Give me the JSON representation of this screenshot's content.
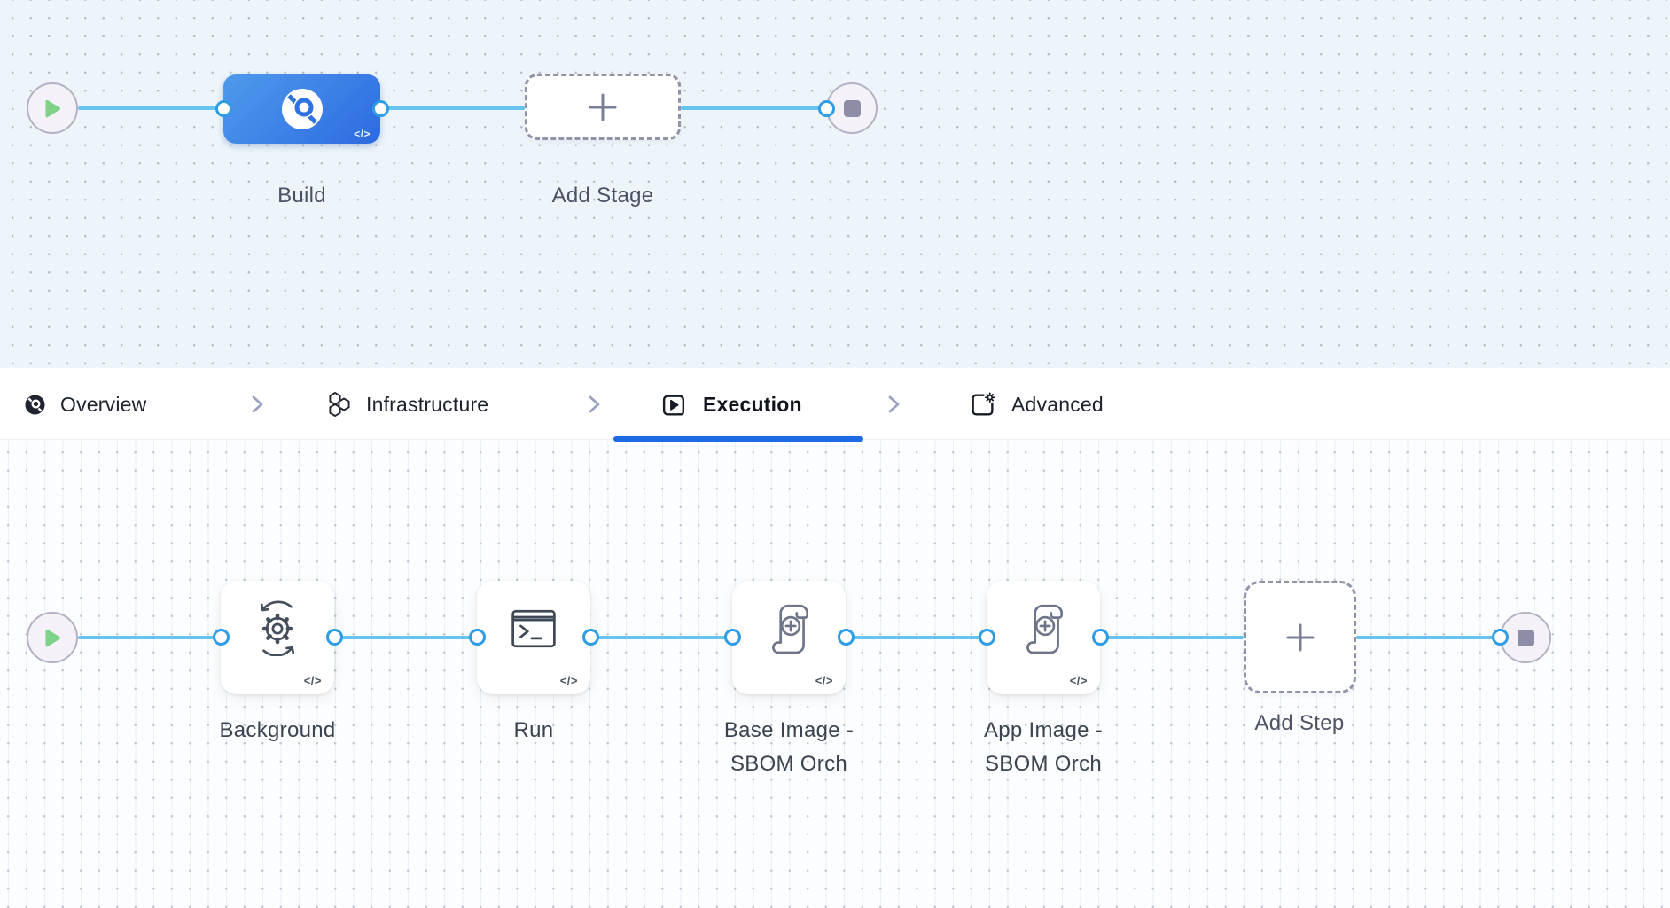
{
  "common": {
    "code_badge": "</>"
  },
  "stage_canvas": {
    "stages": [
      {
        "name": "Build",
        "type": "build-stage"
      },
      {
        "name": "Add Stage",
        "type": "add-placeholder"
      }
    ]
  },
  "tab_bar": {
    "tabs": [
      {
        "label": "Overview",
        "active": false
      },
      {
        "label": "Infrastructure",
        "active": false
      },
      {
        "label": "Execution",
        "active": true
      },
      {
        "label": "Advanced",
        "active": false
      }
    ]
  },
  "execution_canvas": {
    "steps": [
      {
        "label_lines": [
          "Background"
        ]
      },
      {
        "label_lines": [
          "Run"
        ]
      },
      {
        "label_lines": [
          "Base Image -",
          "SBOM Orch"
        ]
      },
      {
        "label_lines": [
          "App Image -",
          "SBOM Orch"
        ]
      }
    ],
    "add_step": {
      "label": "Add Step"
    }
  },
  "colors": {
    "connector": "#67c4ef",
    "port_border": "#2f9de6",
    "stage_gradient_start": "#4f9aec",
    "stage_gradient_end": "#2c6be1",
    "tab_underline": "#1d6ae3",
    "play_green": "#7fd388",
    "endpoint_fill": "#f5f1f8",
    "endpoint_border": "#b3b1c3",
    "stop_square": "#8d8da7",
    "dashed_border": "#9193a9",
    "canvas_top_bg": "#eef5fa",
    "canvas_bottom_bg": "#fcfdfe"
  }
}
